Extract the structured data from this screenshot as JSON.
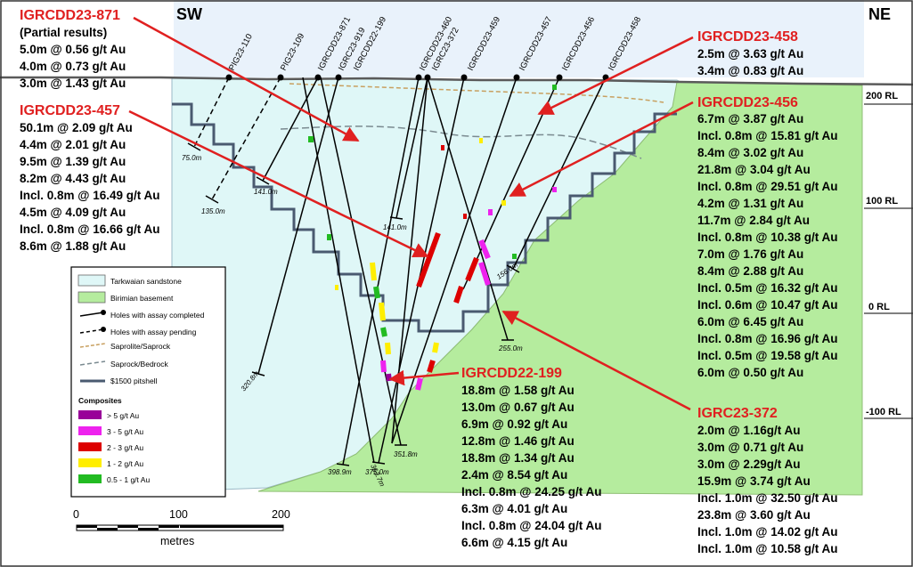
{
  "orientation": {
    "left": "SW",
    "right": "NE"
  },
  "rl_labels": [
    "200 RL",
    "100 RL",
    "0 RL",
    "-100 RL"
  ],
  "holes": [
    {
      "name": "PIG23-110",
      "depth": "75.0m",
      "status": "pending"
    },
    {
      "name": "PIG23-109",
      "depth": "135.0m",
      "status": "pending"
    },
    {
      "name": "IGRCDD23-871",
      "depth": "141.0m",
      "status": "completed"
    },
    {
      "name": "IGRC23-919",
      "depth": "320.8m",
      "status": "completed"
    },
    {
      "name": "IGRCDD22-199",
      "depth": "351.8m",
      "status": "completed"
    },
    {
      "name": "IGRCDD23-460",
      "depth": "398.9m",
      "status": "completed"
    },
    {
      "name": "IGRC23-372",
      "depth": "141.0m",
      "status": "completed"
    },
    {
      "name": "IGRCDD23-459",
      "depth": "363.7m",
      "status": "completed"
    },
    {
      "name": "IGRCDD23-457",
      "depth": "375.0m",
      "status": "completed"
    },
    {
      "name": "IGRCDD23-456",
      "depth": "255.0m",
      "status": "completed"
    },
    {
      "name": "IGRCDD23-458",
      "depth": "156.0m",
      "status": "completed"
    }
  ],
  "blocks": {
    "b871": {
      "title": "IGRCDD23-871",
      "lines": [
        "(Partial results)",
        "5.0m @ 0.56 g/t Au",
        "4.0m @ 0.73 g/t Au",
        "3.0m @ 1.43 g/t Au"
      ]
    },
    "b457": {
      "title": "IGRCDD23-457",
      "lines": [
        "50.1m @ 2.09 g/t Au",
        "4.4m @ 2.01 g/t Au",
        "9.5m @ 1.39 g/t Au",
        "8.2m @ 4.43 g/t Au",
        "Incl. 0.8m @ 16.49 g/t Au",
        "4.5m @ 4.09 g/t Au",
        "Incl. 0.8m @ 16.66 g/t Au",
        "8.6m @ 1.88 g/t Au"
      ]
    },
    "b458": {
      "title": "IGRCDD23-458",
      "lines": [
        "2.5m @ 3.63 g/t Au",
        "3.4m @ 0.83 g/t Au"
      ]
    },
    "b456": {
      "title": "IGRCDD23-456",
      "lines": [
        "6.7m @ 3.87 g/t Au",
        "Incl. 0.8m @ 15.81 g/t Au",
        "8.4m @ 3.02 g/t Au",
        "21.8m @ 3.04 g/t Au",
        "Incl. 0.8m @ 29.51 g/t Au",
        "4.2m @ 1.31 g/t Au",
        "11.7m @ 2.84 g/t Au",
        "Incl. 0.8m @ 10.38 g/t Au",
        "7.0m @ 1.76 g/t Au",
        "8.4m @ 2.88 g/t Au",
        "Incl. 0.5m @ 16.32 g/t Au",
        "Incl. 0.6m @ 10.47 g/t Au",
        "6.0m @ 6.45 g/t Au",
        "Incl. 0.8m @ 16.96 g/t Au",
        "Incl. 0.5m @ 19.58 g/t Au",
        "6.0m @ 0.50 g/t Au"
      ]
    },
    "b199": {
      "title": "IGRCDD22-199",
      "lines": [
        "18.8m @ 1.58 g/t Au",
        "13.0m @ 0.67 g/t Au",
        "6.9m @ 0.92 g/t Au",
        "12.8m @ 1.46 g/t Au",
        "18.8m @ 1.34 g/t Au",
        "2.4m @ 8.54 g/t Au",
        "Incl. 0.8m @ 24.25 g/t Au",
        "6.3m @ 4.01 g/t Au",
        "Incl. 0.8m @ 24.04 g/t Au",
        "6.6m @ 4.15 g/t Au"
      ]
    },
    "b372": {
      "title": "IGRC23-372",
      "lines": [
        "2.0m @ 1.16g/t Au",
        "3.0m @ 0.71 g/t Au",
        "3.0m @ 2.29g/t Au",
        "15.9m @ 3.74  g/t Au",
        "Incl. 1.0m @ 32.50 g/t Au",
        "23.8m @ 3.60 g/t Au",
        "Incl. 1.0m @ 14.02 g/t Au",
        "Incl. 1.0m @ 10.58 g/t Au"
      ]
    }
  },
  "legend": {
    "items": [
      "Tarkwaian sandstone",
      "Birimian basement",
      "Holes with assay completed",
      "Holes with assay pending",
      "Saprolite/Saprock",
      "Saprock/Bedrock",
      "$1500 pitshell"
    ],
    "composites_title": "Composites",
    "composites": [
      "> 5 g/t Au",
      "3 - 5 g/t Au",
      "2 - 3 g/t Au",
      "1 - 2 g/t Au",
      "0.5 - 1 g/t Au"
    ]
  },
  "scale": {
    "ticks": [
      "0",
      "100",
      "200"
    ],
    "unit": "metres"
  },
  "colors": {
    "sandstone": "#dff7f7",
    "basement": "#b5ec9e",
    "pitshell": "#4a5a70",
    "callout": "#e02020",
    "saprolite": "#c8a060",
    "saprock": "#7a8a90",
    "comp_gt5": "#990099",
    "comp_3to5": "#ee22ee",
    "comp_2to3": "#dd0000",
    "comp_1to2": "#ffee00",
    "comp_05to1": "#22bb22"
  }
}
